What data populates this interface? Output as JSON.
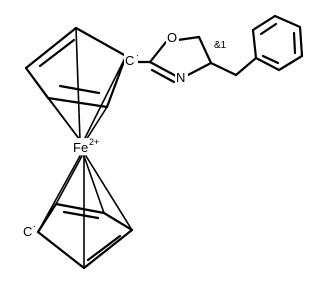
{
  "molecule": {
    "atoms": {
      "o_label": "O",
      "n_label": "N",
      "cp_top_carbon": "C",
      "cp_bottom_carbon": "C",
      "radical_mark": "·",
      "fe_label": "Fe",
      "fe_charge": "2+",
      "stereo_label": "&1"
    }
  }
}
